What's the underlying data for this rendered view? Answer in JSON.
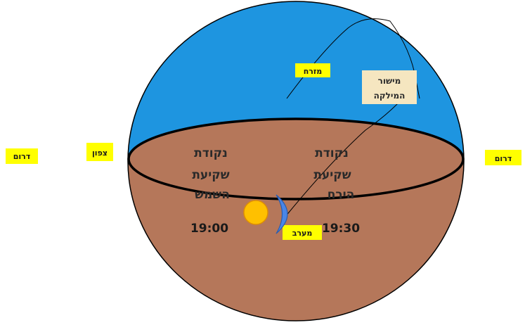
{
  "colors": {
    "sky": "#1e95e0",
    "ground": "#b5775a",
    "label_bg": "#ffff00",
    "plane_bg": "#f5e6c0",
    "sun": "#ffc000",
    "moon": "#4a86e8"
  },
  "labels": {
    "south_left": "דרום",
    "north": "צפון",
    "south_right": "דרום",
    "east": "מזרח",
    "west": "מערב"
  },
  "ecliptic_plane": {
    "line1": "מישור",
    "line2": "המילקה"
  },
  "sunset": {
    "line1": "נקודת",
    "line2": "שקיעת",
    "line3": "השמש",
    "time": "19:00"
  },
  "moonset": {
    "line1": "נקודת",
    "line2": "שקיעת",
    "line3": "הירח",
    "time": "19:30"
  },
  "icons": [
    "sun-icon",
    "moon-icon"
  ]
}
